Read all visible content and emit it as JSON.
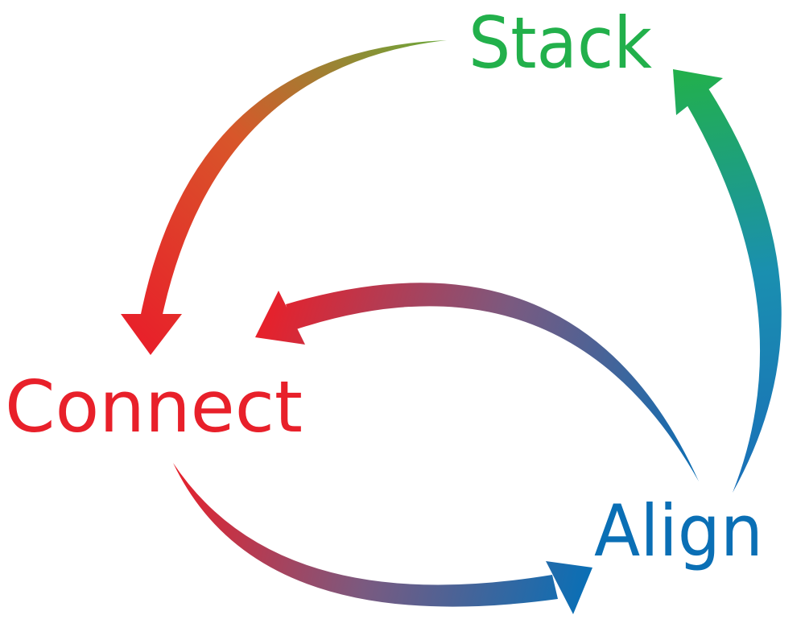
{
  "diagram": {
    "nodes": [
      {
        "id": "stack",
        "label": "Stack",
        "color": "#22b04b"
      },
      {
        "id": "connect",
        "label": "Connect",
        "color": "#e8202a"
      },
      {
        "id": "align",
        "label": "Align",
        "color": "#0a6fb5"
      }
    ],
    "edges": [
      {
        "from": "stack",
        "to": "connect"
      },
      {
        "from": "align",
        "to": "stack"
      },
      {
        "from": "align",
        "to": "connect"
      },
      {
        "from": "connect",
        "to": "align"
      }
    ]
  }
}
